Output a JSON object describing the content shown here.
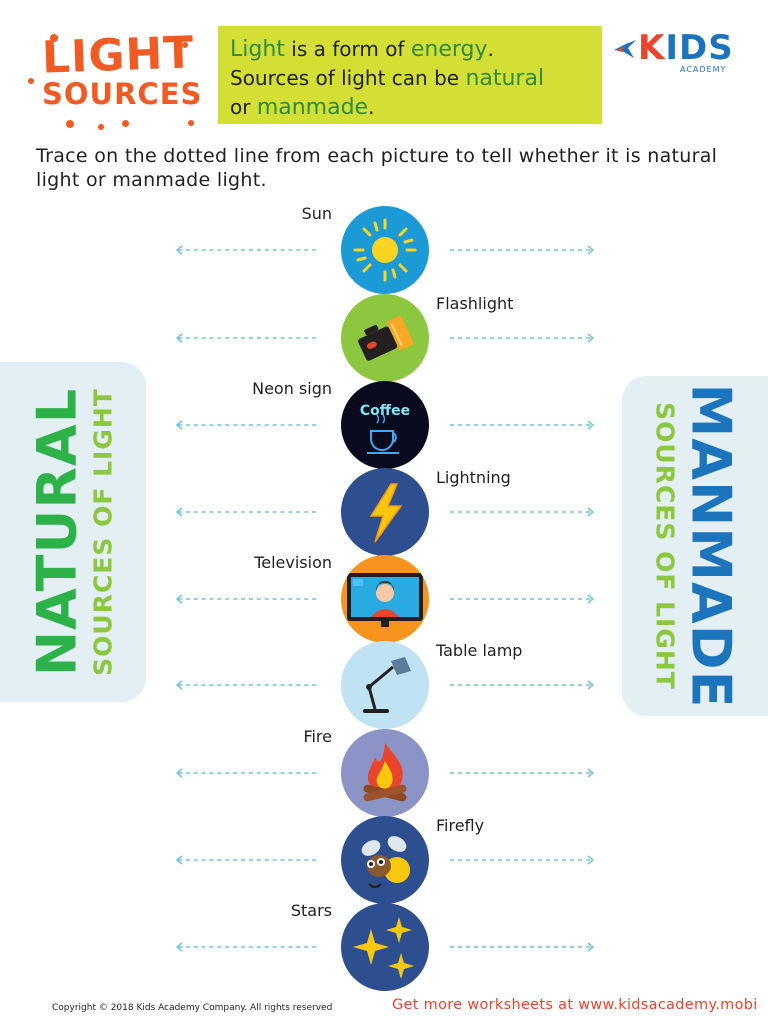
{
  "header": {
    "title_line1": "LIGHT",
    "title_line2": "SOURCES",
    "intro": {
      "w1": "Light",
      "t1": " is a form of ",
      "w2": "energy",
      "t2": ".",
      "t3": "Sources of light can be ",
      "w3": "natural",
      "t4": "or ",
      "w4": "manmade",
      "t5": "."
    },
    "logo": {
      "k": "K",
      "rest": "IDS",
      "sub": "ACADEMY"
    }
  },
  "instruction": "Trace on the dotted line from each picture to tell whether it is natural light or manmade light.",
  "panels": {
    "left": {
      "big": "NATURAL",
      "small": "SOURCES OF LIGHT"
    },
    "right": {
      "big": "MANMADE",
      "small": "SOURCES OF LIGHT"
    }
  },
  "items": [
    {
      "label": "Sun",
      "side": "left",
      "icon": "sun-icon",
      "bg": "#1c9ad6"
    },
    {
      "label": "Flashlight",
      "side": "right",
      "icon": "flashlight-icon",
      "bg": "#8dc63f"
    },
    {
      "label": "Neon sign",
      "side": "left",
      "icon": "neon-coffee-sign-icon",
      "bg": "#0a0a1e",
      "text": "Coffee"
    },
    {
      "label": "Lightning",
      "side": "right",
      "icon": "lightning-icon",
      "bg": "#2d4e8f"
    },
    {
      "label": "Television",
      "side": "left",
      "icon": "television-icon",
      "bg": "#f7941d"
    },
    {
      "label": "Table lamp",
      "side": "right",
      "icon": "table-lamp-icon",
      "bg": "#bfe3f2"
    },
    {
      "label": "Fire",
      "side": "left",
      "icon": "fire-icon",
      "bg": "#8c94c7"
    },
    {
      "label": "Firefly",
      "side": "right",
      "icon": "firefly-icon",
      "bg": "#2d4e8f"
    },
    {
      "label": "Stars",
      "side": "left",
      "icon": "stars-icon",
      "bg": "#2d4e8f"
    }
  ],
  "footer": {
    "copyright": "Copyright © 2018 Kids Academy Company. All rights reserved",
    "link": "Get more worksheets at www.kidsacademy.mobi"
  },
  "colors": {
    "orange": "#f15a22",
    "lime": "#d4df35",
    "green": "#2db24a",
    "blue": "#1c75bc",
    "dash": "#6fc3e8"
  }
}
